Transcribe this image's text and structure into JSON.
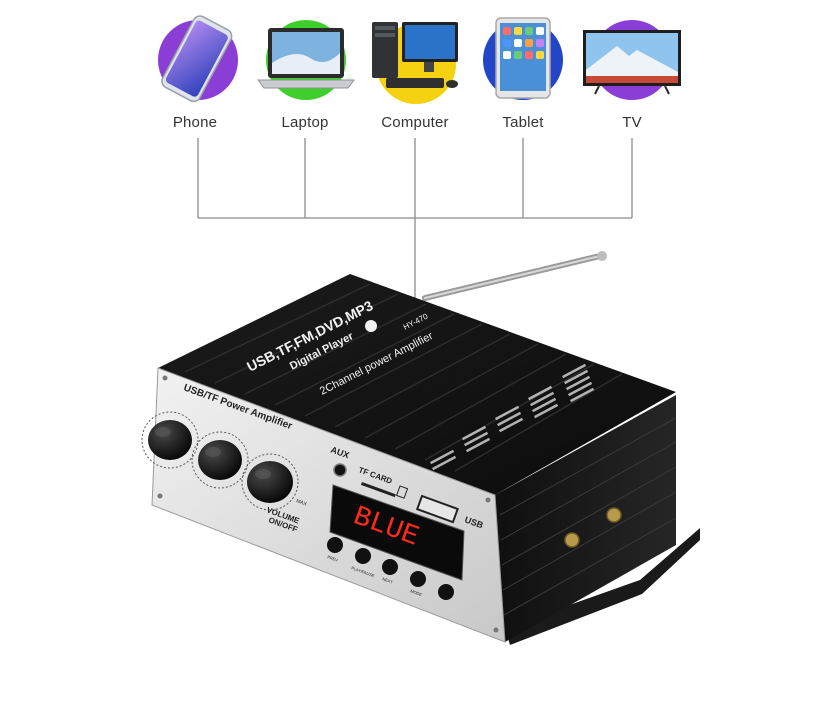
{
  "devices": [
    {
      "label": "Phone",
      "icon": "smartphone-icon",
      "accent": "#8a3ed6"
    },
    {
      "label": "Laptop",
      "icon": "laptop-icon",
      "accent": "#3fcf2c"
    },
    {
      "label": "Computer",
      "icon": "desktop-computer-icon",
      "accent": "#f5d211"
    },
    {
      "label": "Tablet",
      "icon": "tablet-icon",
      "accent": "#2346c8"
    },
    {
      "label": "TV",
      "icon": "tv-icon",
      "accent": "#8a3ed6"
    }
  ],
  "amplifier": {
    "top_text_1": "USB,TF,FM,DVD,MP3",
    "top_text_2": "Digital Player",
    "model": "HY-470",
    "top_text_3": "2Channel power Amplifier",
    "front_title": "USB/TF Power Amplifier",
    "aux_label": "AUX",
    "tf_card_label": "TF CARD",
    "usb_label": "USB",
    "display_text": "BLUE",
    "volume_label_1": "VOLUME",
    "volume_label_2": "ON/OFF",
    "max_label": "MAX",
    "buttons": [
      "PREV",
      "PLAY/PAUSE",
      "NEXT",
      "MODE"
    ]
  },
  "colors": {
    "body": "#1a1a1a",
    "panel": "#d9d9d9",
    "display": "#ff2a1a",
    "line": "#8c8c8c"
  }
}
